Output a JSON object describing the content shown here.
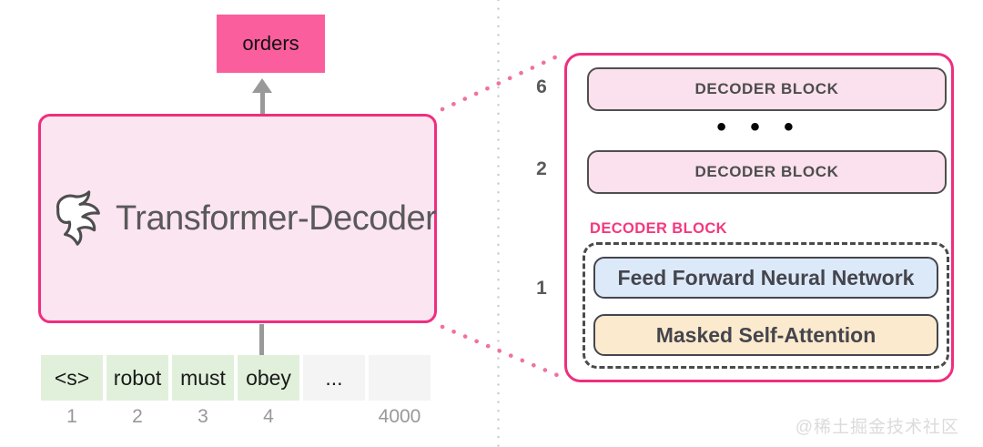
{
  "colors": {
    "hot_pink": "#FB5E9C",
    "pink_border": "#EF2E7F",
    "pink_box_fill": "#FBE5F0",
    "decoder_block_fill": "#FAE1ED",
    "feed_forward_fill": "#DCE9F9",
    "masked_attention_fill": "#FBEACD",
    "token_green": "#E1F0DB",
    "token_gray": "#F4F4F4",
    "dark_border": "#4F4F4F",
    "gray_arrow": "#999999",
    "gray_index_text": "#989898",
    "pink_label_text": "#F4387E",
    "watermark_gray": "#DBDBDB"
  },
  "left": {
    "output_label": "orders",
    "box_title": "Transformer-Decoder",
    "logo_icon": "transformer-swirl-icon",
    "tokens": [
      {
        "text": "<s>",
        "index": "1"
      },
      {
        "text": "robot",
        "index": "2"
      },
      {
        "text": "must",
        "index": "3"
      },
      {
        "text": "obey",
        "index": "4"
      },
      {
        "text": "...",
        "index": ""
      },
      {
        "text": "",
        "index": "4000"
      }
    ]
  },
  "right": {
    "layer_numbers": [
      "6",
      "2",
      "1"
    ],
    "block_top_label": "DECODER BLOCK",
    "ellipsis": "• • •",
    "block_mid_label": "DECODER BLOCK",
    "expanded_title": "DECODER BLOCK",
    "components": {
      "feed_forward": "Feed Forward Neural Network",
      "masked_attention": "Masked Self-Attention"
    }
  },
  "watermark": "@稀土掘金技术社区"
}
